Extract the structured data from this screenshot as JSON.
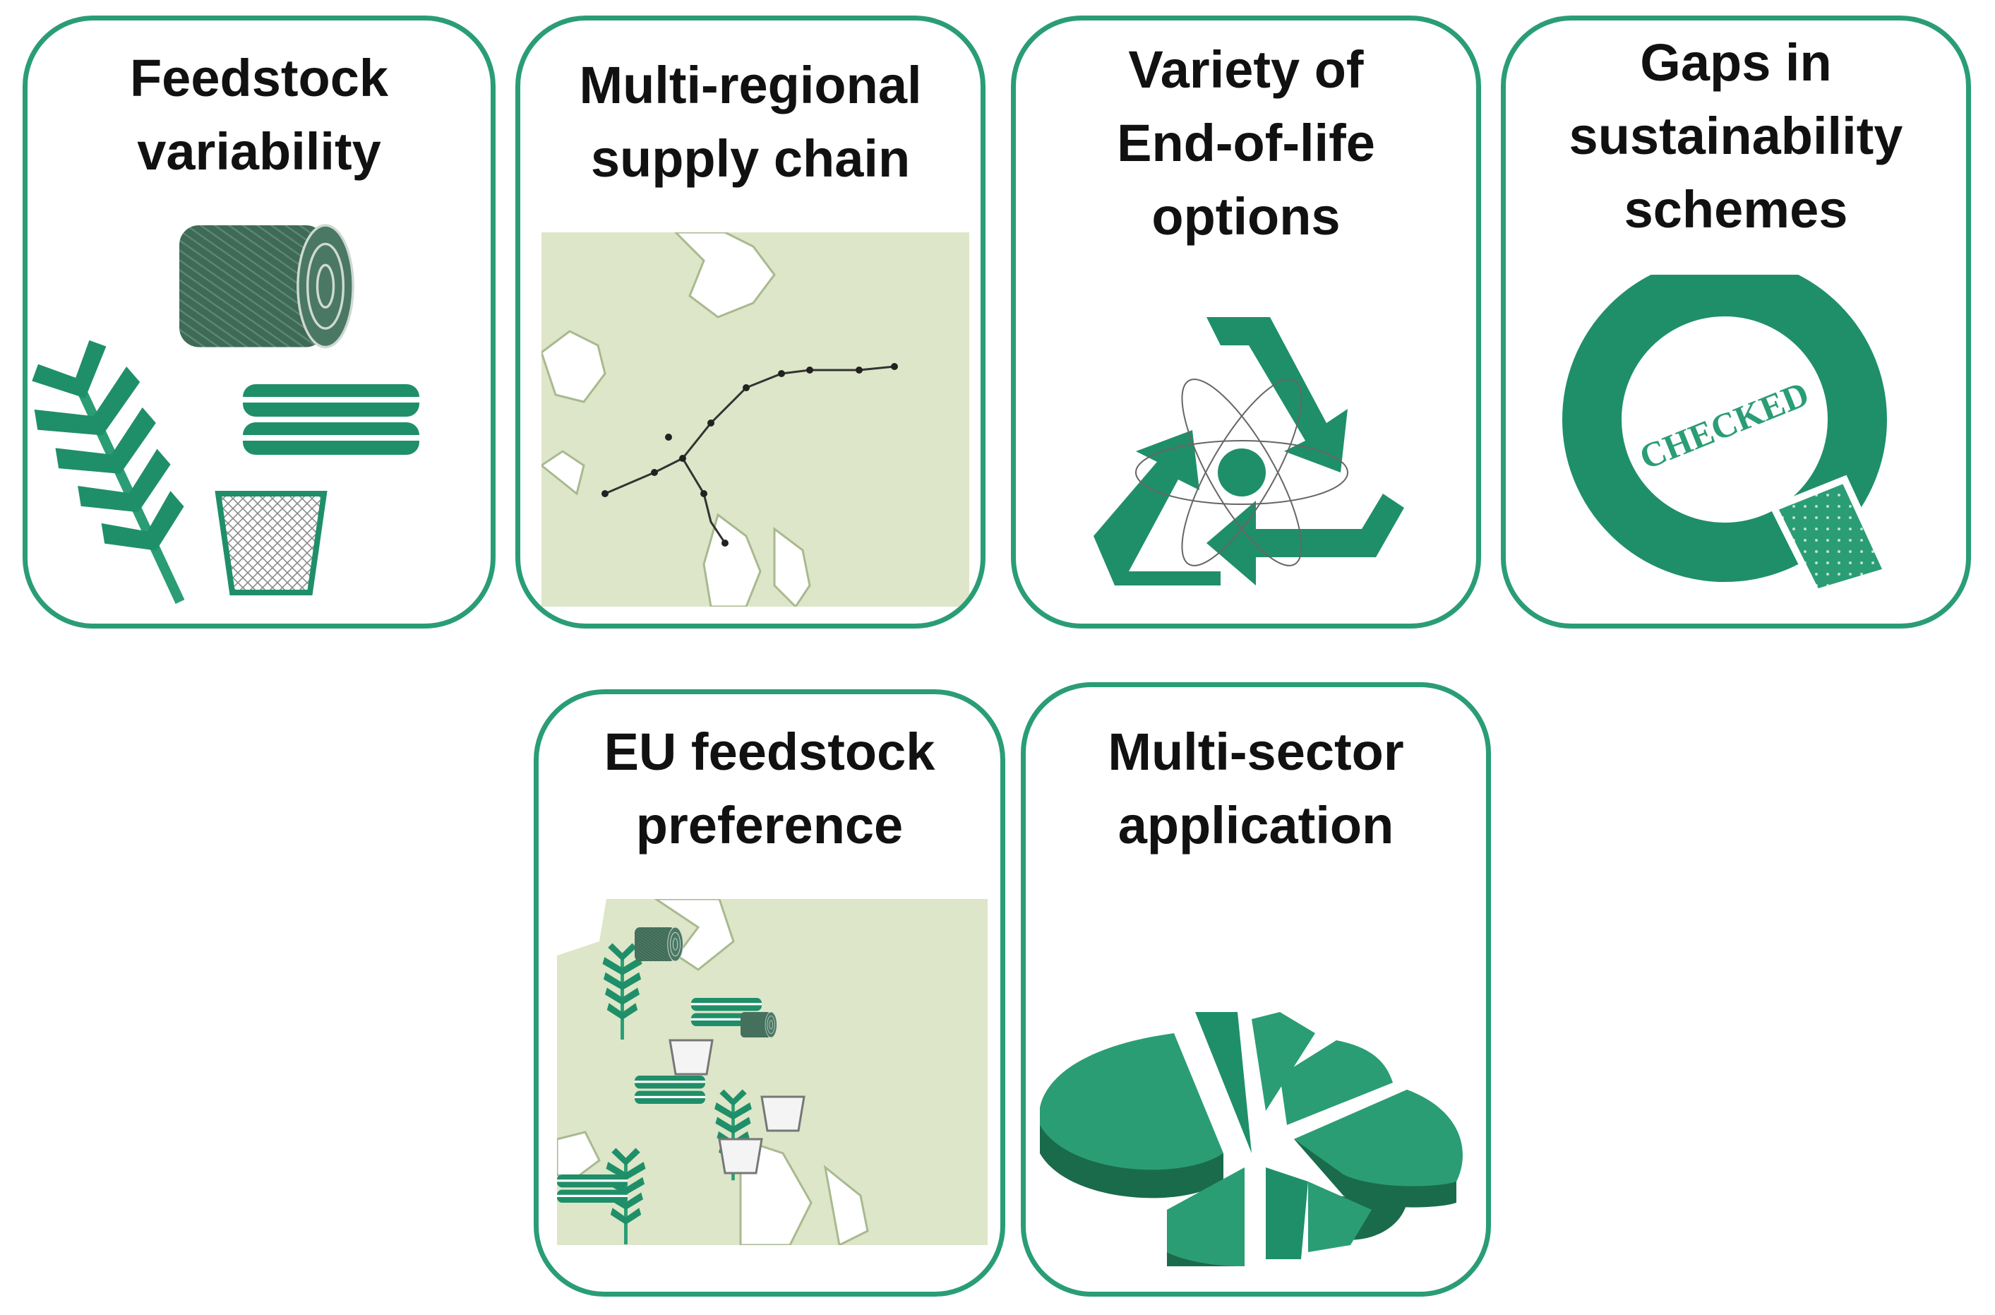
{
  "cards": [
    {
      "title_lines": [
        "Feedstock",
        "variability"
      ]
    },
    {
      "title_lines": [
        "Multi-regional",
        "supply chain"
      ]
    },
    {
      "title_lines": [
        "Variety of",
        "End-of-life",
        "options"
      ]
    },
    {
      "title_lines": [
        "Gaps in",
        "sustainability",
        "schemes"
      ]
    },
    {
      "title_lines": [
        "EU feedstock",
        "preference"
      ]
    },
    {
      "title_lines": [
        "Multi-sector",
        "application"
      ]
    }
  ],
  "stamp_text": "CHECKED",
  "colors": {
    "border": "#2a9d74",
    "primary_green": "#1f8f69",
    "dark_green": "#3f6a57",
    "map_land": "#dde6c8",
    "map_edge": "#a9b98f"
  },
  "icons": [
    "wheat-icon",
    "hay-bale-icon",
    "log-stack-icon",
    "waste-bin-icon",
    "europe-map-icon",
    "recycle-atom-icon",
    "checked-stamp-icon",
    "pie-chart-icon"
  ]
}
